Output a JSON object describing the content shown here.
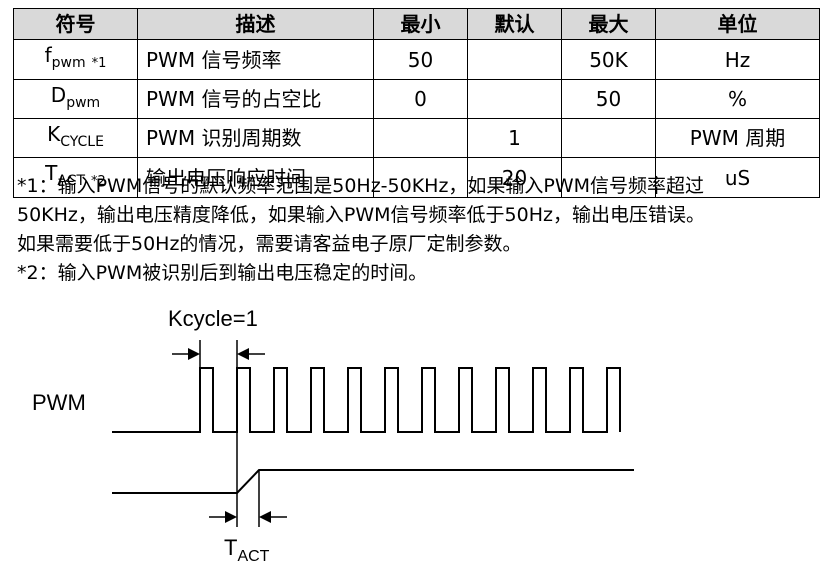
{
  "table": {
    "headers": [
      "符号",
      "描述",
      "最小",
      "默认",
      "最大",
      "单位"
    ],
    "rows": [
      {
        "sym_main": "f",
        "sym_sub": "pwm",
        "sym_note": "*1",
        "desc": "PWM 信号频率",
        "min": "50",
        "def": "",
        "max": "50K",
        "unit": "Hz"
      },
      {
        "sym_main": "D",
        "sym_sub": "pwm",
        "sym_note": "",
        "desc": "PWM 信号的占空比",
        "min": "0",
        "def": "",
        "max": "50",
        "unit": "%"
      },
      {
        "sym_main": "K",
        "sym_sub": "CYCLE",
        "sym_note": "",
        "desc": "PWM 识别周期数",
        "min": "",
        "def": "1",
        "max": "",
        "unit": "PWM 周期"
      },
      {
        "sym_main": "T",
        "sym_sub": "ACT",
        "sym_note": "*2",
        "desc": "输出电压响应时间",
        "min": "",
        "def": "20",
        "max": "",
        "unit": "uS"
      }
    ]
  },
  "notes": [
    "*1：输入PWM信号的默认频率范围是50Hz-50KHz，如果输入PWM信号频率超过",
    "50KHz，输出电压精度降低，如果输入PWM信号频率低于50Hz，输出电压错误。",
    "如果需要低于50Hz的情况，需要请客益电子原厂定制参数。",
    "*2：输入PWM被识别后到输出电压稳定的时间。"
  ],
  "diagram": {
    "kcycle_label": "Kcycle=1",
    "pwm_label": "PWM",
    "tact_main": "T",
    "tact_sub": "ACT"
  }
}
